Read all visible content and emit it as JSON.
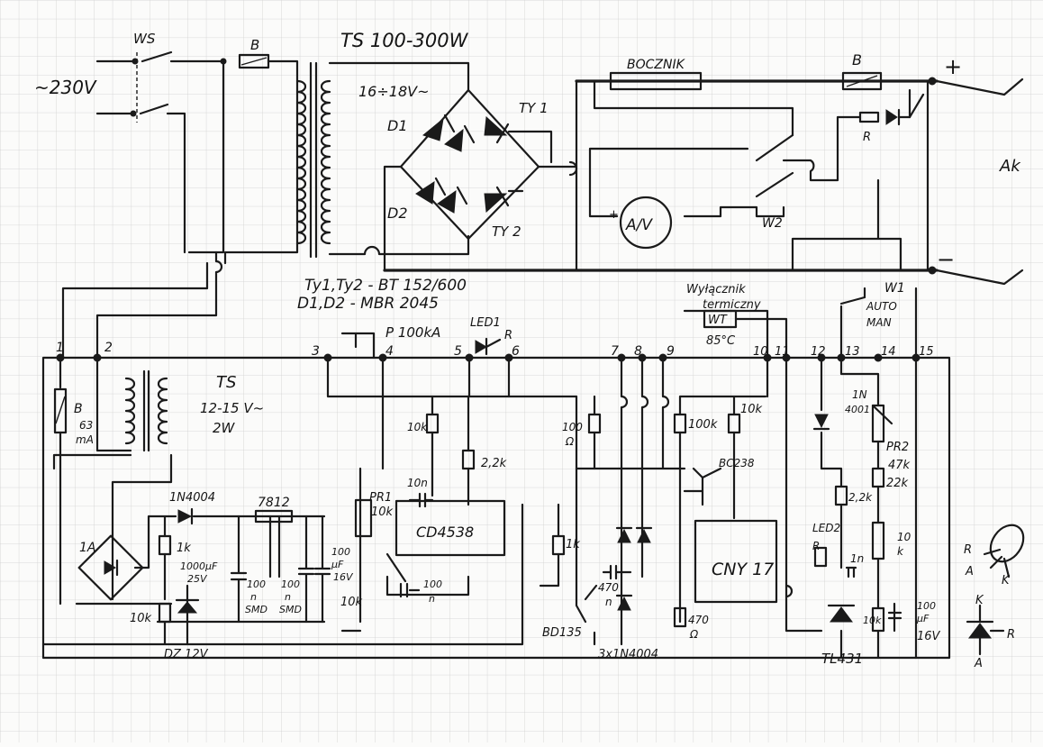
{
  "colors": {
    "paper": "#fbfbfa",
    "grid": "#c9c9c9",
    "ink": "#1a1a1a"
  },
  "labels": {
    "ws": "WS",
    "mains": "~230V",
    "fuse_top": "B",
    "ts_main": "TS 100-300W",
    "ac_16_18": "16÷18V~",
    "d1": "D1",
    "d2": "D2",
    "ty1": "TY 1",
    "ty2": "TY 2",
    "bocznik": "BOCZNIK",
    "fuse_right": "B",
    "plus": "+",
    "minus": "−",
    "r_top": "R",
    "ak": "Ak",
    "ammeter": "A/V",
    "ammeter_plus": "+",
    "w2": "W2",
    "ty_note": "Ty1,Ty2 - BT 152/600",
    "d_note": "D1,D2 - MBR 2045",
    "thermal_1": "Wyłącznik",
    "thermal_2": "termiczny",
    "wt": "WT",
    "temp": "85°C",
    "w1": "W1",
    "auto": "AUTO",
    "man": "MAN",
    "p_pot": "P 100kA",
    "led1": "LED1",
    "led1_r": "R",
    "ts_small": "TS",
    "ts_small_v": "12-15 V~",
    "ts_small_w": "2W",
    "fuse_small": "B",
    "fuse_small_v1": "63",
    "fuse_small_v2": "mA",
    "r10k_a": "10k",
    "r2_2k": "2,2k",
    "c10n": "10n",
    "cd4538": "CD4538",
    "pr1": "PR1",
    "pr1_v": "10k",
    "r100_a": "100",
    "r100_b": "Ω",
    "r100k": "100k",
    "r10k_b": "10k",
    "bc238": "BC238",
    "cny17": "CNY 17",
    "r1k_a": "1k",
    "c470n_a": "470",
    "c470n_b": "n",
    "r470_a": "470",
    "r470_b": "Ω",
    "bd135": "BD135",
    "diodes3": "3x1N4004",
    "diode_1n4004": "1N4004",
    "reg7812": "7812",
    "r1k_b": "1k",
    "c1000_a": "1000µF",
    "c1000_b": "25V",
    "c100n_a1": "100",
    "c100n_a2": "n",
    "c100n_a3": "SMD",
    "c100n_b1": "100",
    "c100n_b2": "n",
    "c100n_b3": "SMD",
    "c100_16_a": "100",
    "c100_16_b": "µF",
    "c100_16_c": "16V",
    "r10k_c": "10k",
    "r10k_d": "10k",
    "dz12": "DZ 12V",
    "bridge_1a": "1A",
    "c100n_c1": "100",
    "c100n_c2": "n",
    "d_1n4001_a": "1N",
    "d_1n4001_b": "4001",
    "pr2": "PR2",
    "pr2_v1": "47k",
    "pr2_v2": "22k",
    "r2_2k_b": "2,2k",
    "led2": "LED2",
    "led2_r": "R",
    "c1n": "1n",
    "r10k_e_a": "10",
    "r10k_e_b": "k",
    "r10k_f": "10k",
    "c100_16b_a": "100",
    "c100_16b_b": "µF",
    "c100_16b_c": "16V",
    "tl431": "TL431",
    "legend_r": "R",
    "legend_a": "A",
    "legend_k": "K",
    "legend2_k": "K",
    "legend2_r": "R",
    "legend2_a": "A"
  },
  "terminals": [
    "1",
    "2",
    "3",
    "4",
    "5",
    "6",
    "7",
    "8",
    "9",
    "10",
    "11",
    "12",
    "13",
    "14",
    "15"
  ]
}
